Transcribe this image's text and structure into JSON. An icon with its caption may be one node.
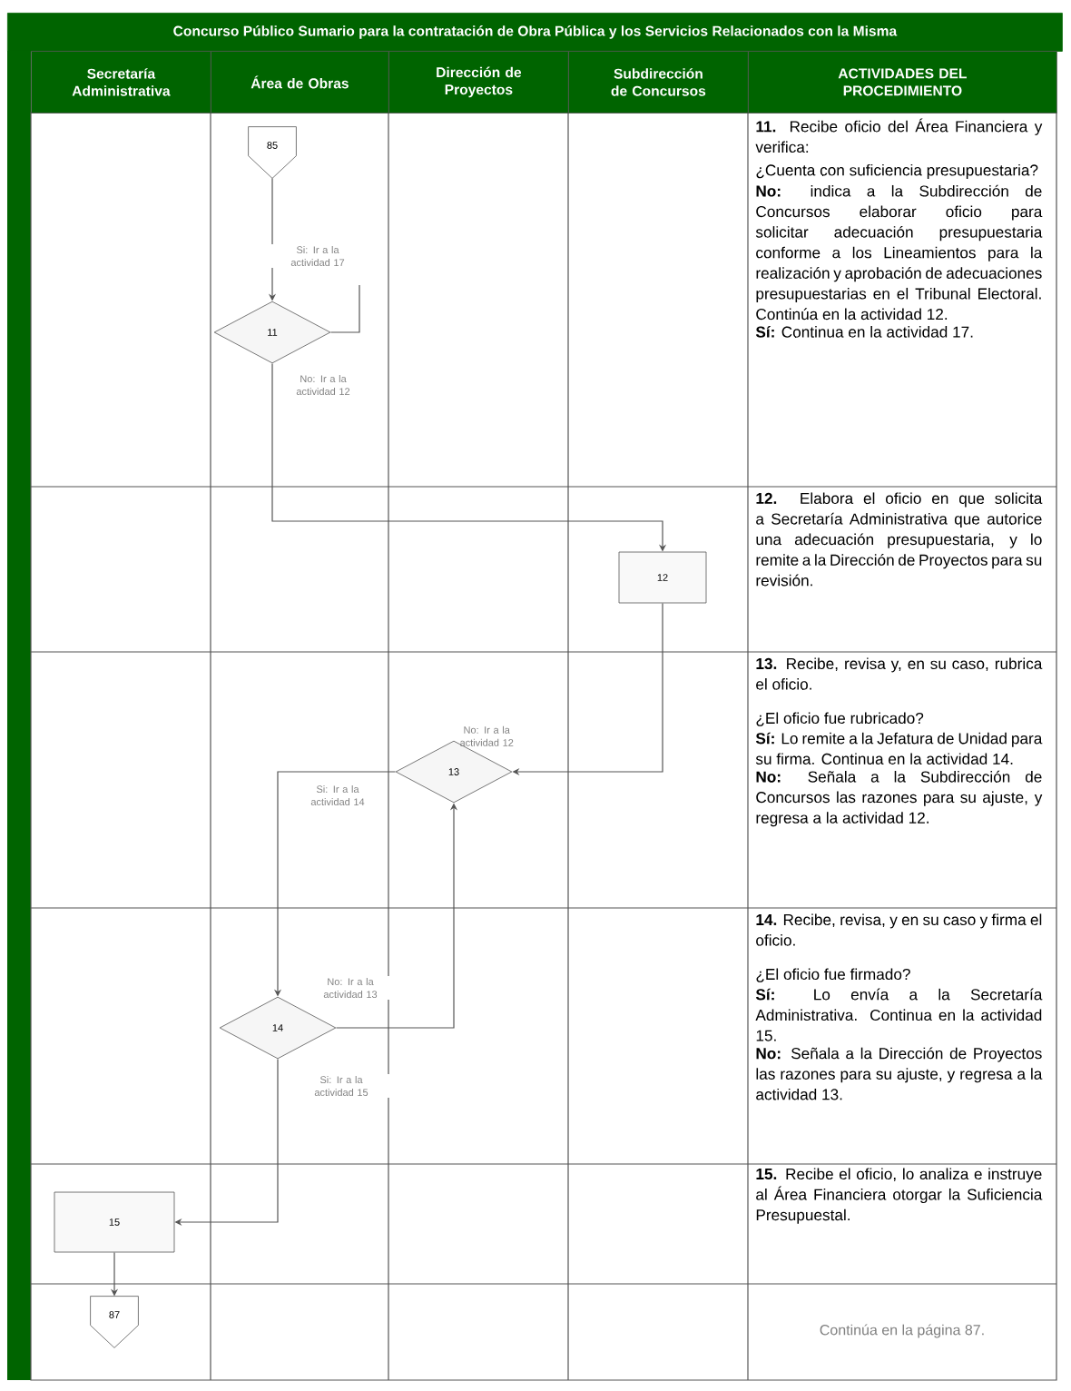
{
  "diagram": {
    "title": "Concurso Público Sumario para la contratación de Obra Pública y los Servicios Relacionados con la Misma",
    "nodes": [
      {
        "text": [
          "85"
        ]
      },
      {
        "text": [
          "11"
        ]
      },
      {
        "text": [
          "12"
        ]
      },
      {
        "text": [
          "13"
        ],
        "beside": [
          "No: Ir a la actividad 12"
        ]
      },
      {
        "text": [
          "14"
        ]
      },
      {
        "text": [
          "15"
        ]
      },
      {
        "text": [
          "87"
        ]
      }
    ],
    "edges": [
      {
        "from": 0,
        "to": 1,
        "arrow": "to"
      },
      {
        "from": 1,
        "to": null,
        "arrow": "none",
        "label": "Si: Ir a la actividad 17"
      },
      {
        "from": 1,
        "to": 2,
        "arrow": "to",
        "label": "No: Ir a la actividad 12"
      },
      {
        "from": 2,
        "to": 3,
        "arrow": "to"
      },
      {
        "from": 3,
        "to": 4,
        "arrow": "to",
        "label": "Si: Ir a la actividad 14"
      },
      {
        "from": 4,
        "to": 3,
        "arrow": "to",
        "label": "No: Ir a la actividad 13"
      },
      {
        "from": 4,
        "to": 5,
        "arrow": "to",
        "label": "Si: Ir a la actividad 15"
      },
      {
        "from": 5,
        "to": 6,
        "arrow": "to"
      }
    ],
    "labels": [
      "Secretaría Administrativa",
      "Área de Obras",
      "Dirección de Proyectos",
      "Subdirección de Concursos",
      "ACTIVIDADES DEL PROCEDIMIENTO",
      "**11.** Recibe oficio del Área Financiera y verifica:",
      "¿Cuenta con suficiencia presupuestaria?",
      "**No:** indica a la Subdirección de Concursos elaborar oficio para solicitar adecuación presupuestaria conforme a los Lineamientos para la realización y aprobación de adecuaciones presupuestarias en el Tribunal Electoral. Continúa en la actividad 12.",
      "**Sí:** Continua en la actividad 17.",
      "**12.** Elabora el oficio en que solicita a Secretaría Administrativa que autorice una adecuación presupuestaria, y lo remite a la Dirección de Proyectos para su revisión.",
      "**13.** Recibe, revisa y, en su caso, rubrica el oficio.",
      "¿El oficio fue rubricado?",
      "**Sí:** Lo remite a la Jefatura de Unidad para su firma. Continua en la actividad 14.",
      "**No:** Señala a la Subdirección de Concursos las razones para su ajuste, y regresa a la actividad 12.",
      "**14.** Recibe, revisa, y en su caso y firma el oficio.",
      "¿El oficio fue firmado?",
      "**Sí:** Lo envía a la Secretaría Administrativa. Continua en la actividad 15.",
      "**No:** Señala a la Dirección de Proyectos las razones para su ajuste, y regresa a la actividad 13.",
      "**15.** Recibe el oficio, lo analiza e instruye al Área Financiera otorgar la Suficiencia Presupuestal.",
      "Continúa en la página 87."
    ]
  }
}
